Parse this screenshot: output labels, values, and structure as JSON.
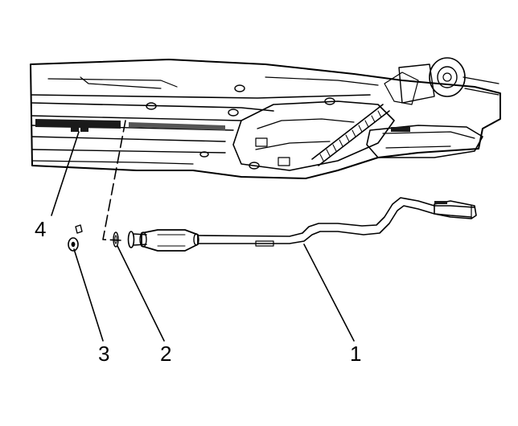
{
  "callouts": [
    {
      "id": "1",
      "text": "1"
    },
    {
      "id": "2",
      "text": "2"
    },
    {
      "id": "3",
      "text": "3"
    },
    {
      "id": "4",
      "text": "4"
    }
  ],
  "colors": {
    "ink": "#000000",
    "paper": "#ffffff",
    "shade": "#d9d9d9"
  }
}
